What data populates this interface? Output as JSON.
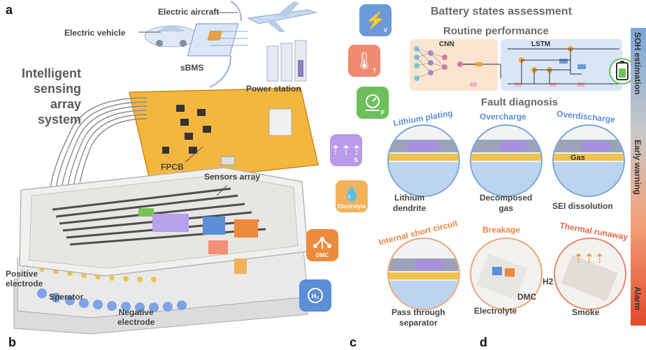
{
  "panels": {
    "a": "a",
    "b": "b",
    "c": "c",
    "d": "d"
  },
  "left": {
    "electric_aircraft": "Electric aircraft",
    "electric_vehicle": "Electric vehicle",
    "sbms": "sBMS",
    "power_station": "Power station",
    "title_lines": [
      "Intelligent",
      "sensing array",
      "system"
    ],
    "fpcb": "FPCB",
    "sensors_array": "Sensors array",
    "positive_electrode": [
      "Positive",
      "electrode"
    ],
    "separator": "Sperator",
    "negative_electrode": [
      "Negative",
      "electrode"
    ]
  },
  "sensors": [
    {
      "icon": "voltage-icon",
      "sub": "V",
      "color": "#6a9bd8"
    },
    {
      "icon": "thermometer-icon",
      "sub": "T",
      "color": "#f08a70"
    },
    {
      "icon": "pressure-gauge-icon",
      "sub": "P",
      "color": "#6cbf5a"
    },
    {
      "icon": "strain-icon",
      "sub": "S",
      "color": "#b99ae8"
    },
    {
      "icon": "electrolyte-drop-icon",
      "sub": "Electrolyte",
      "color": "#f2b25c"
    },
    {
      "icon": "dmc-molecule-icon",
      "sub": "DMC",
      "color": "#ee8a3c"
    },
    {
      "icon": "hydrogen-icon",
      "sub": "H2",
      "color": "#5b8fd6"
    }
  ],
  "right": {
    "title": "Battery states assessment",
    "routine": "Routine performance",
    "cnn": "CNN",
    "lstm": "LSTM",
    "fault": "Fault diagnosis"
  },
  "faults": [
    {
      "title": "Lithium plating",
      "caption": [
        "Lithium",
        "dendrite"
      ],
      "color": "#5b8fd6"
    },
    {
      "title": "Overcharge",
      "caption": [
        "Decomposed",
        "gas"
      ],
      "color": "#5b8fd6"
    },
    {
      "title": "Overdischarge",
      "caption": [
        "SEI dissolution"
      ],
      "inner": "Gas",
      "color": "#5b8fd6"
    },
    {
      "title": "Internal short circuit",
      "caption": [
        "Pass through",
        "separator"
      ],
      "color": "#e8864a"
    },
    {
      "title": "Breakage",
      "caption": [
        "Electrolyte"
      ],
      "extra": [
        "H2",
        "DMC"
      ],
      "color": "#e8864a"
    },
    {
      "title": "Thermal runaway",
      "caption": [
        "Smoke"
      ],
      "color": "#e06a4a"
    }
  ],
  "sidebar": {
    "soh": "SOH estimation",
    "early": "Early warning",
    "alarm": "Alarm",
    "gradient": [
      "#7aa6d8",
      "#c8c8c8",
      "#f2a27a",
      "#e24a2a"
    ]
  }
}
